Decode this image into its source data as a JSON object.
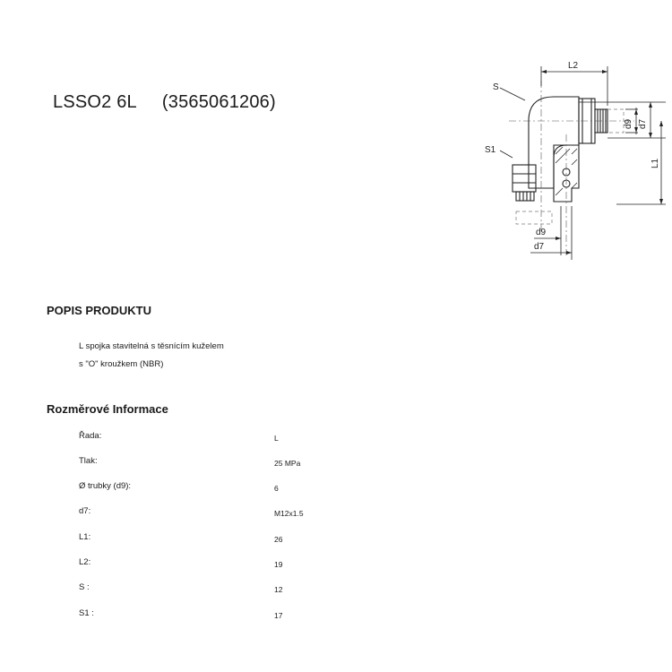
{
  "product": {
    "name": "LSSO2 6L",
    "code": "(3565061206)"
  },
  "drawing": {
    "labels": {
      "L2": "L2",
      "S": "S",
      "S1": "S1",
      "d9": "d9",
      "d7": "d7",
      "L1": "L1"
    }
  },
  "description": {
    "heading": "POPIS PRODUKTU",
    "lines": [
      "L spojka stavitelná s těsnícím kuželem",
      "s \"O\" kroužkem (NBR)"
    ]
  },
  "dimensions": {
    "heading": "Rozměrové Informace",
    "rows": [
      {
        "label": "Řada:",
        "value": "L"
      },
      {
        "label": "Tlak:",
        "value": "25  MPa"
      },
      {
        "label": "Ø trubky (d9):",
        "value": "6"
      },
      {
        "label": "d7:",
        "value": "M12x1.5"
      },
      {
        "label": "L1:",
        "value": "26"
      },
      {
        "label": "L2:",
        "value": "19"
      },
      {
        "label": "S :",
        "value": "12"
      },
      {
        "label": "S1 :",
        "value": "17"
      }
    ]
  }
}
